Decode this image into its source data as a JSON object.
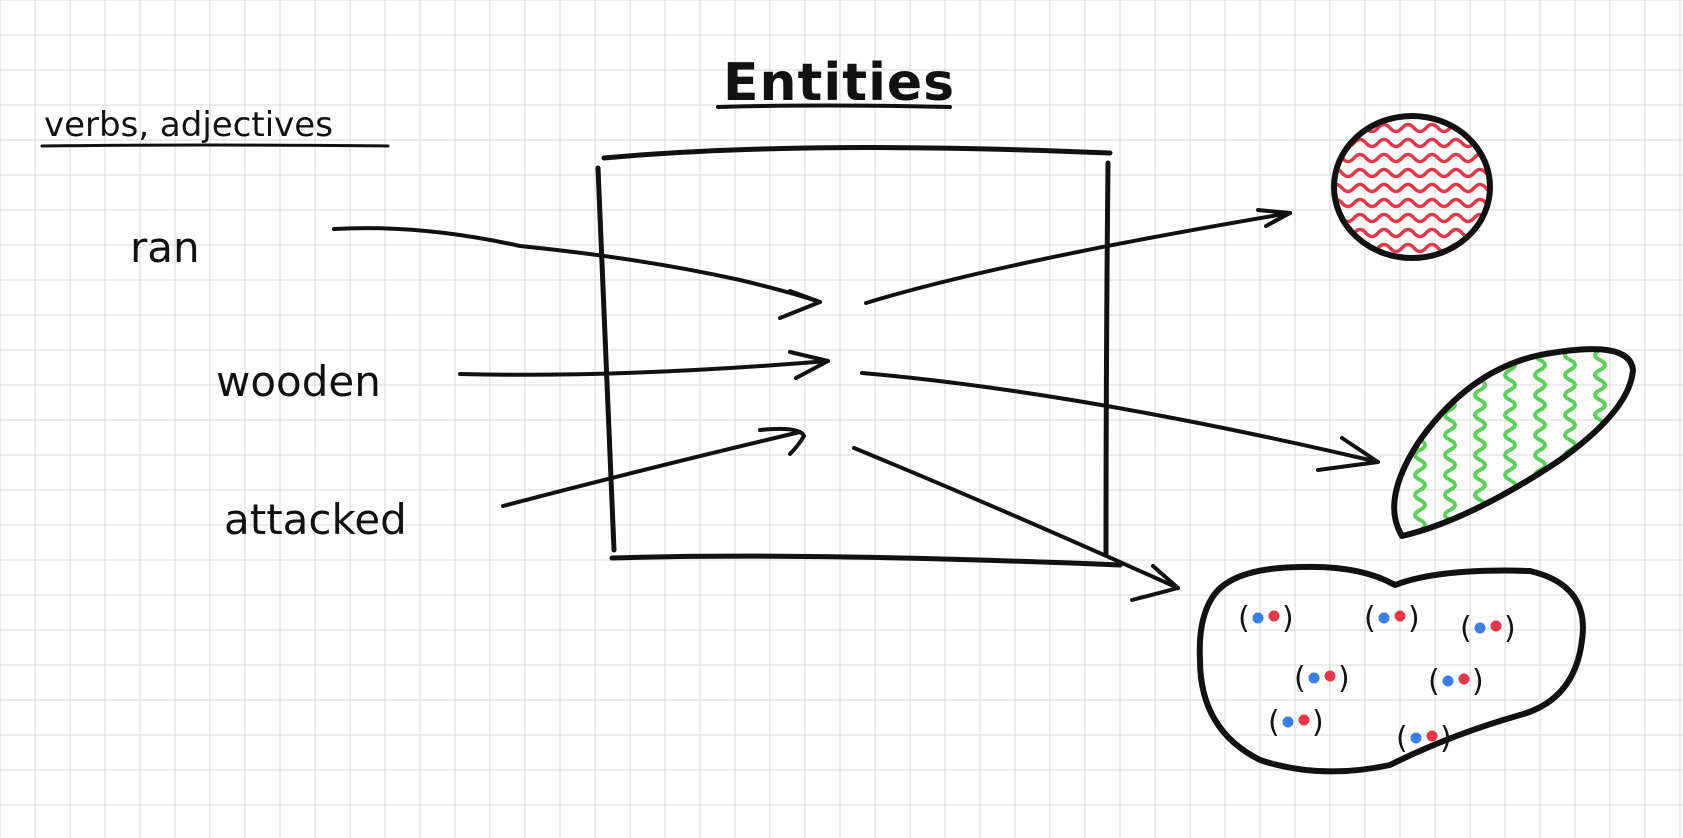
{
  "diagram": {
    "title": "Entities",
    "left_heading": "verbs, adjectives",
    "words": [
      "ran",
      "wooden",
      "attacked"
    ],
    "colors": {
      "ink": "#111111",
      "grid": "#d9d9d9",
      "red_texture": "#e0394a",
      "green_texture": "#5ccf5a",
      "blue_dot": "#3b7fe0",
      "red_dot": "#e0394a"
    },
    "pair_items": [
      {
        "open": "(",
        "close": ")"
      },
      {
        "open": "(",
        "close": ")"
      },
      {
        "open": "(",
        "close": ")"
      },
      {
        "open": "(",
        "close": ")"
      },
      {
        "open": "(",
        "close": ")"
      },
      {
        "open": "(",
        "close": ")"
      },
      {
        "open": "(",
        "close": ")"
      }
    ]
  }
}
